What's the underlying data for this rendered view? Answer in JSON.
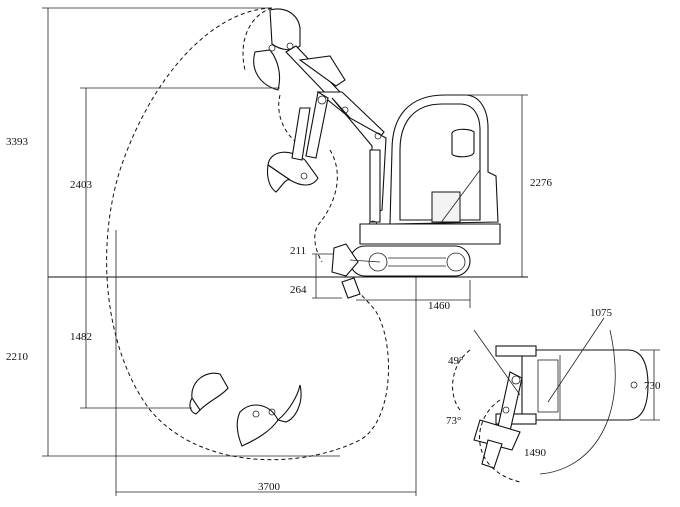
{
  "dimensions": {
    "max_reach_height": "3393",
    "max_dump_height": "2403",
    "max_dig_depth": "2210",
    "vertical_wall_depth": "1482",
    "cab_height": "2276",
    "blade_lift": "211",
    "blade_drop": "264",
    "tail_length": "1460",
    "max_reach": "3700",
    "offset_right": "1075",
    "offset_left": "1490",
    "width": "730",
    "swing_left_angle": "49°",
    "swing_right_angle": "73°"
  }
}
